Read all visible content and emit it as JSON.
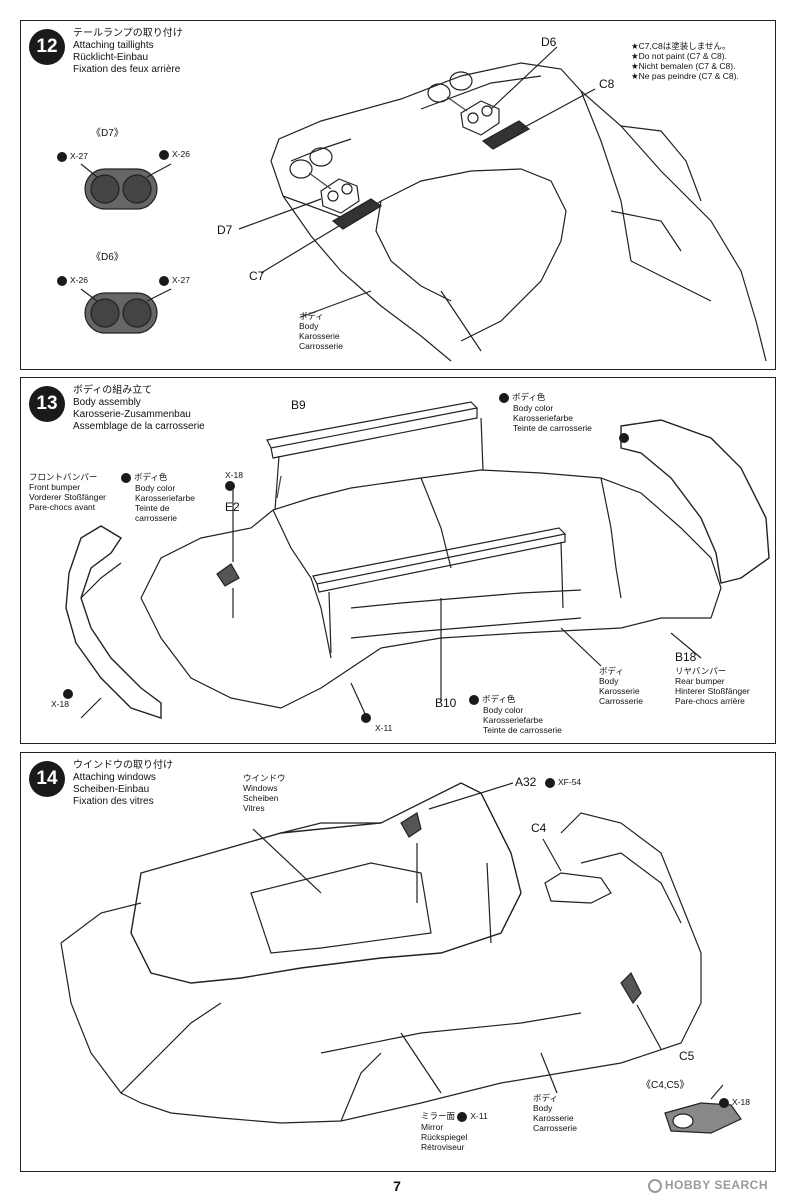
{
  "steps": [
    {
      "number": "12",
      "title": [
        "テールランプの取り付け",
        "Attaching taillights",
        "Rücklicht-Einbau",
        "Fixation des feux arrière"
      ],
      "note": [
        "★C7,C8は塗装しません。",
        "★Do not paint (C7 & C8).",
        "★Nicht bemalen (C7 & C8).",
        "★Ne pas peindre (C7 & C8)."
      ],
      "insets": [
        {
          "title": "《D7》",
          "left_label": "X-27",
          "right_label": "X-26"
        },
        {
          "title": "《D6》",
          "left_label": "X-26",
          "right_label": "X-27"
        }
      ],
      "parts": {
        "d6": "D6",
        "c8": "C8",
        "d7": "D7",
        "c7": "C7"
      },
      "body_label": [
        "ボディ",
        "Body",
        "Karosserie",
        "Carrosserie"
      ]
    },
    {
      "number": "13",
      "title": [
        "ボディの組み立て",
        "Body assembly",
        "Karosserie-Zusammenbau",
        "Assemblage de la carrosserie"
      ],
      "parts": {
        "b9": "B9",
        "e2": "E2",
        "b10": "B10",
        "b18": "B18"
      },
      "x18_top": "X-18",
      "x18_bottom": "X-18",
      "x11": "X-11",
      "body_color_top": [
        "ボディ色",
        "Body color",
        "Karosseriefarbe",
        "Teinte de carrosserie"
      ],
      "front_bumper": [
        "フロントバンパー",
        "Front bumper",
        "Vorderer Stoßfänger",
        "Pare-chocs avant"
      ],
      "body_color_front": [
        "ボディ色",
        "Body color",
        "Karosseriefarbe",
        "Teinte de",
        "carrosserie"
      ],
      "body_color_b10": [
        "ボディ色",
        "Body color",
        "Karosseriefarbe",
        "Teinte de carrosserie"
      ],
      "body_label": [
        "ボディ",
        "Body",
        "Karosserie",
        "Carrosserie"
      ],
      "rear_bumper": [
        "リヤバンパー",
        "Rear bumper",
        "Hinterer Stoßfänger",
        "Pare-chocs arrière"
      ]
    },
    {
      "number": "14",
      "title": [
        "ウインドウの取り付け",
        "Attaching windows",
        "Scheiben-Einbau",
        "Fixation des vitres"
      ],
      "windows_label": [
        "ウインドウ",
        "Windows",
        "Scheiben",
        "Vitres"
      ],
      "a32": "A32",
      "xf54": "XF-54",
      "c4": "C4",
      "c5": "C5",
      "inset_title": "《C4,C5》",
      "inset_x18": "X-18",
      "mirror_paint": "X-11",
      "mirror_label": [
        "ミラー面",
        "Mirror",
        "Rückspiegel",
        "Rétroviseur"
      ],
      "body_label": [
        "ボディ",
        "Body",
        "Karosserie",
        "Carrosserie"
      ]
    }
  ],
  "page_number": "7",
  "watermark": "HOBBY SEARCH"
}
